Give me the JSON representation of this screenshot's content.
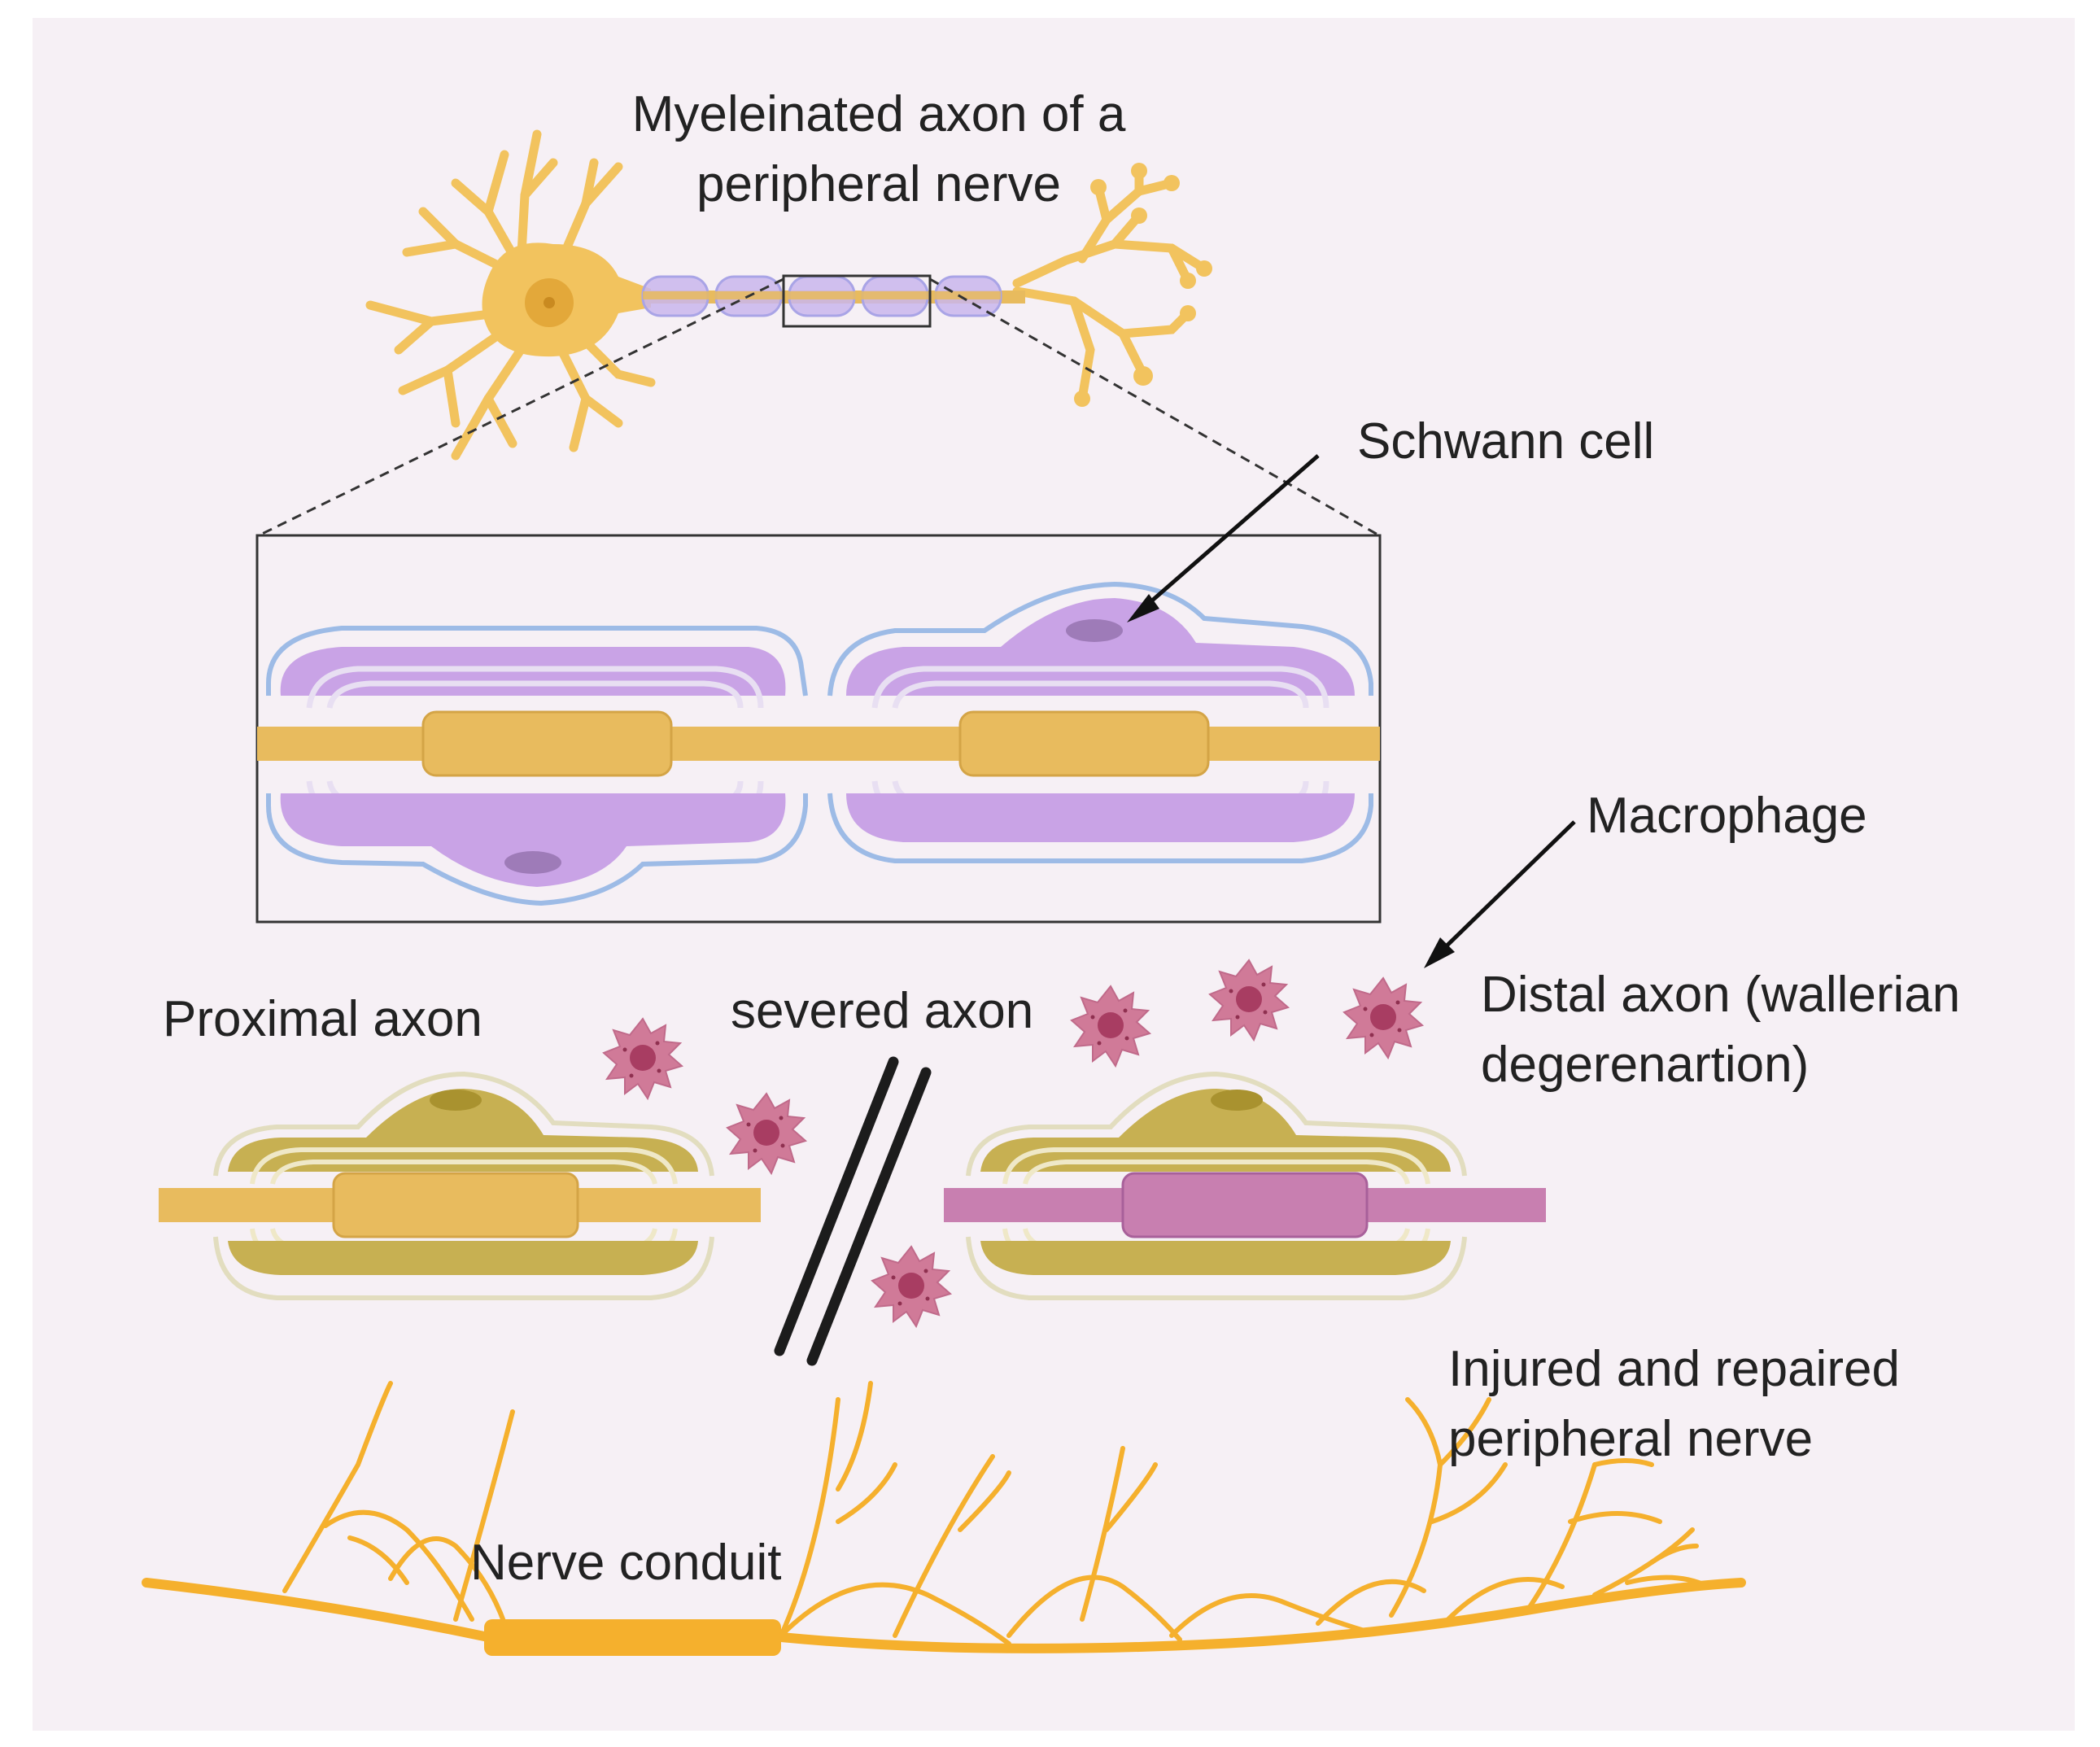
{
  "labels": {
    "neuron_title_line1": "Myeleinated axon of a",
    "neuron_title_line2": "peripheral nerve",
    "schwann_cell": "Schwann cell",
    "macrophage": "Macrophage",
    "proximal_axon": "Proximal axon",
    "severed_axon": "severed axon",
    "distal_line1": "Distal axon (wallerian",
    "distal_line2": "degerenartion)",
    "injured_line1": "Injured and repaired",
    "injured_line2": "peripheral nerve",
    "nerve_conduit": "Nerve conduit"
  },
  "colors": {
    "background": "#f6f0f5",
    "neuron": "#f2c35e",
    "neuron_nucleus": "#d99a2b",
    "myelin": "#c9a3e6",
    "myelin_outline": "#9dbbe6",
    "axon": "#e8bb5e",
    "degenerating_axon": "#c87fb0",
    "degenerating_schwann": "#c7b052",
    "macrophage": "#d07a98",
    "macrophage_nucleus": "#a83d62",
    "nerve_fiber": "#f5b02d",
    "cut_mark": "#1c1c1c"
  },
  "icons": {
    "neuron": "neuron-icon",
    "macrophage": "macrophage-icon",
    "cut": "cut-mark-icon"
  }
}
